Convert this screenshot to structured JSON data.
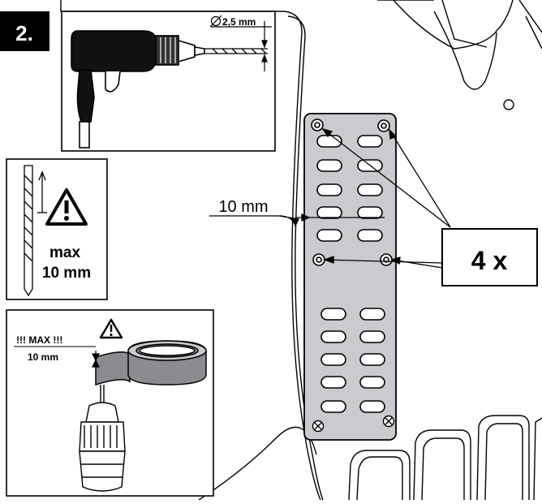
{
  "step": {
    "number": "2."
  },
  "drill_panel": {
    "diameter_label": "2,5 mm"
  },
  "bit_panel": {
    "max_label": "max",
    "depth_label": "10 mm"
  },
  "tape_panel": {
    "max_label": "!!! MAX !!!",
    "depth_label": "10 mm"
  },
  "main": {
    "offset_label": "10 mm",
    "count_label": "4 x"
  },
  "colors": {
    "plate": "#c9cbce",
    "line": "#000000",
    "step_bg": "#000000",
    "background": "#ffffff"
  },
  "icons": [
    "warning-icon",
    "drill-icon",
    "drill-bit-icon",
    "tape-roll-icon",
    "chuck-icon",
    "screw-icon",
    "diameter-icon"
  ]
}
